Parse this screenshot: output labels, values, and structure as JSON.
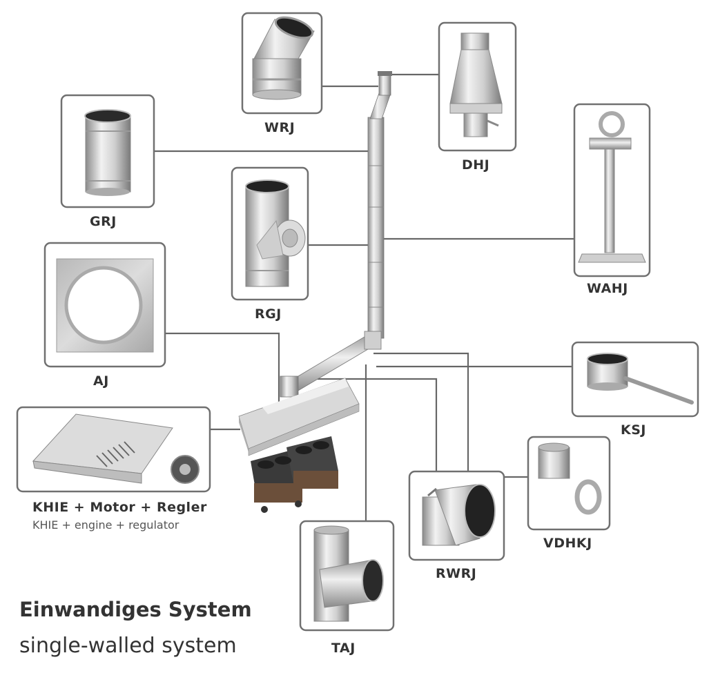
{
  "title": "Einwandiges System",
  "subtitle": "single-walled system",
  "components": {
    "wrj": {
      "code": "WRJ"
    },
    "dhj": {
      "code": "DHJ"
    },
    "grj": {
      "code": "GRJ"
    },
    "wahj": {
      "code": "WAHJ"
    },
    "rgj": {
      "code": "RGJ"
    },
    "aj": {
      "code": "AJ"
    },
    "ksj": {
      "code": "KSJ"
    },
    "khie": {
      "code": "KHIE + Motor + Regler",
      "description": "KHIE + engine + regulator"
    },
    "vdhkj": {
      "code": "VDHKJ"
    },
    "rwrj": {
      "code": "RWRJ"
    },
    "taj": {
      "code": "TAJ"
    }
  },
  "colors": {
    "frame": "#707070",
    "connector": "#666666",
    "steel_light": "#e8e8e8",
    "steel_dark": "#8a8a8a",
    "text": "#333333"
  }
}
